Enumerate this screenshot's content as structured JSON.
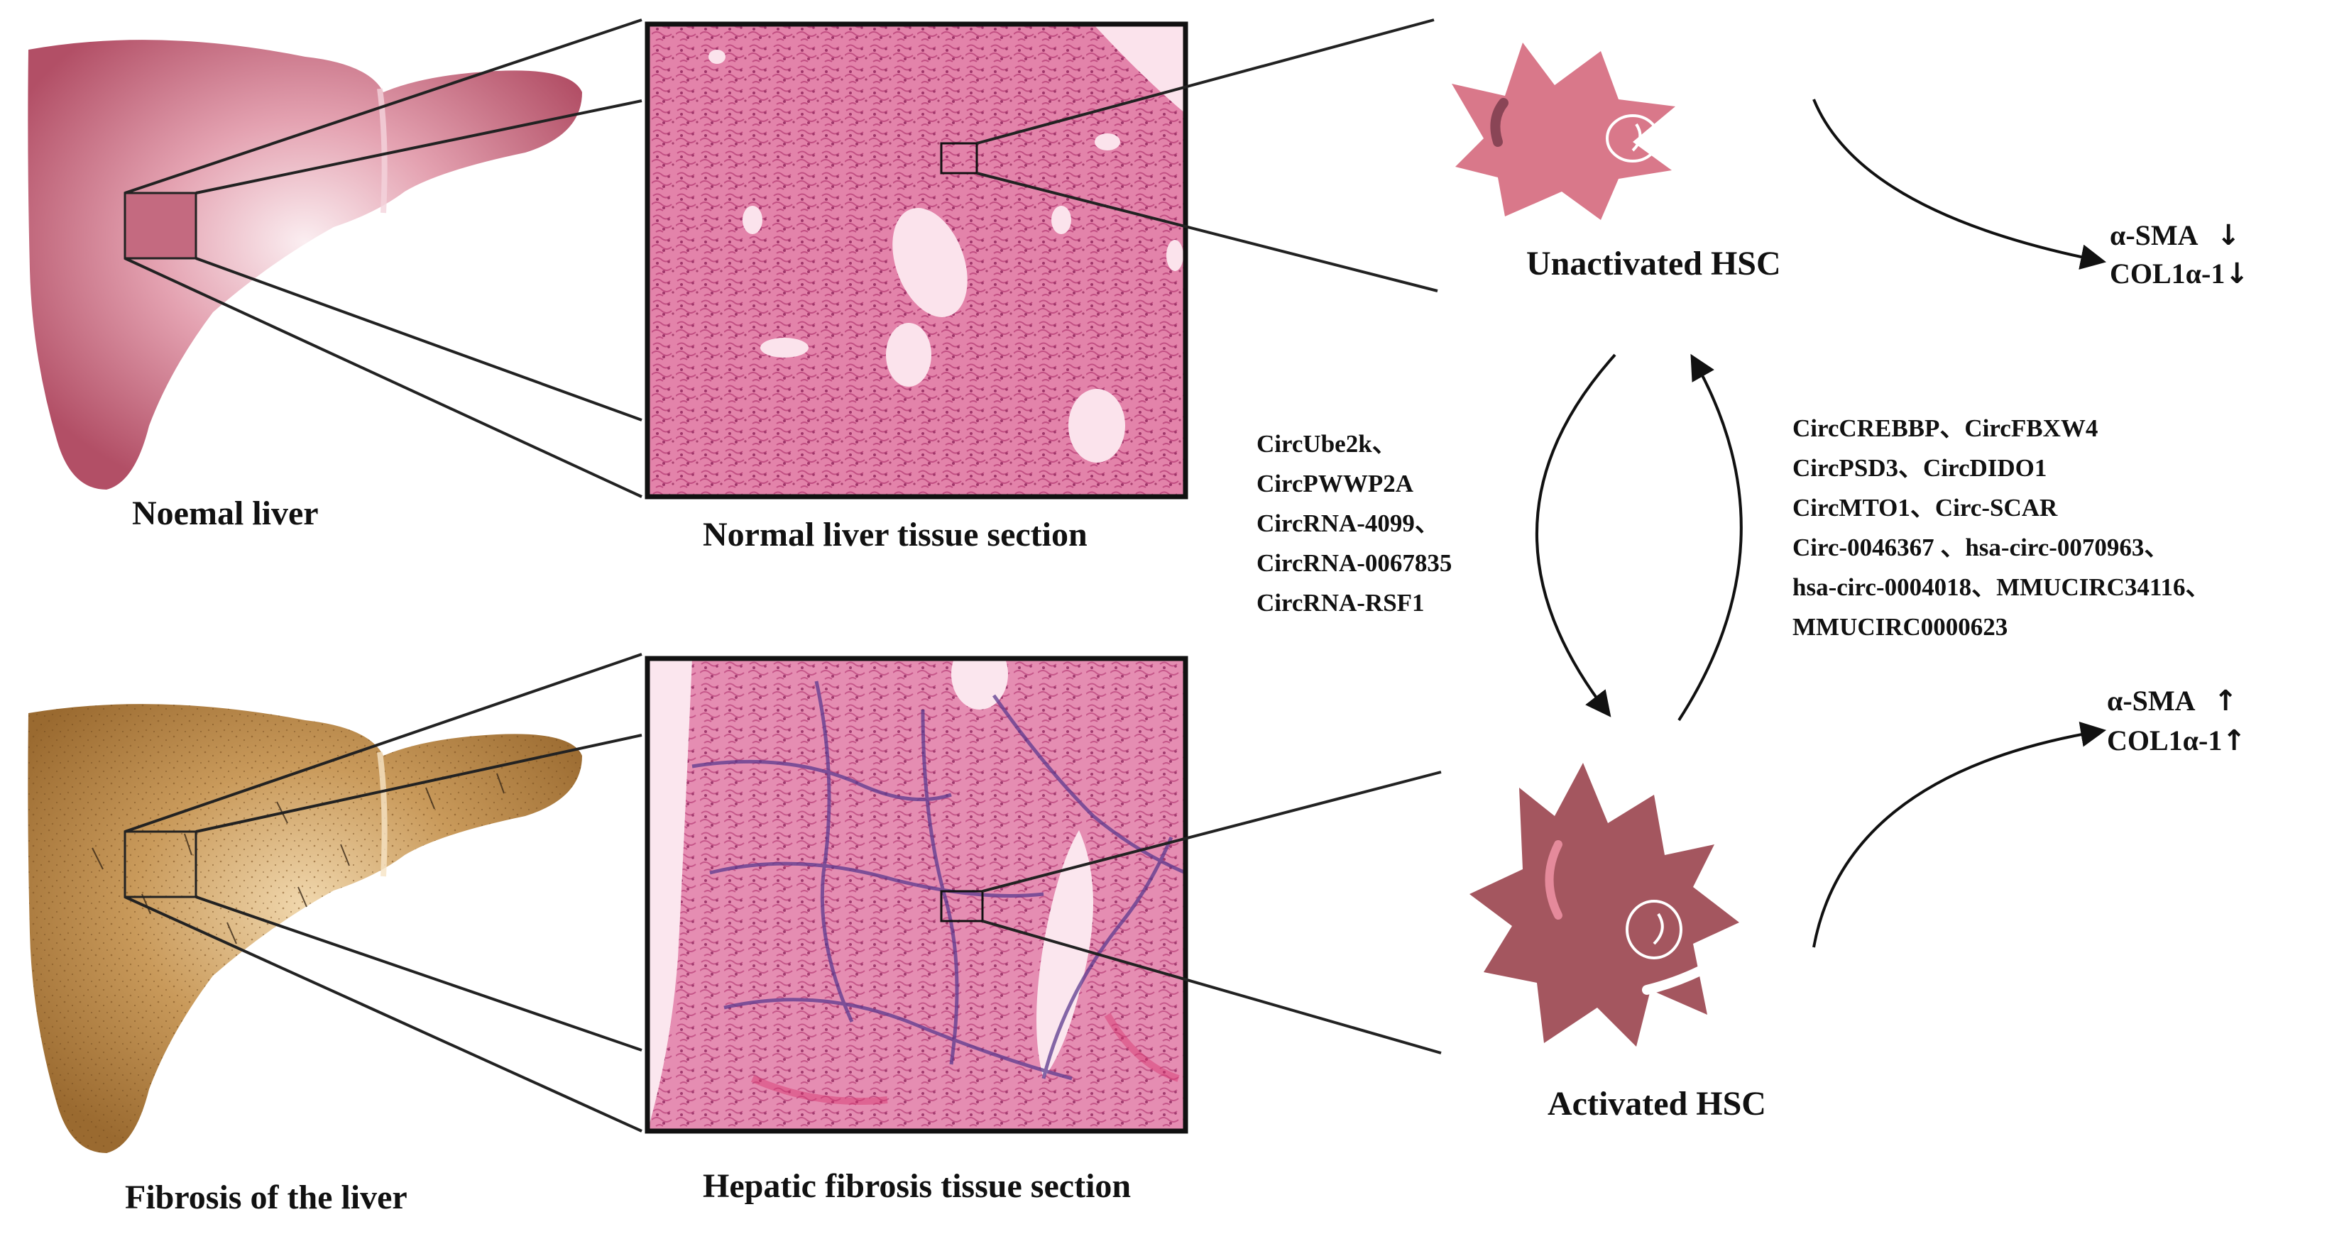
{
  "labels": {
    "normal_liver": "Noemal liver",
    "normal_section": "Normal liver tissue section",
    "fibrosis_liver": "Fibrosis of the liver",
    "fibrosis_section": "Hepatic fibrosis tissue section",
    "unactivated_hsc": "Unactivated HSC",
    "activated_hsc": "Activated HSC"
  },
  "markers_down": {
    "sma": "α-SMA",
    "col": "COL1α-1",
    "arrow": "↓"
  },
  "markers_up": {
    "sma": "α-SMA",
    "col": "COL1α-1",
    "arrow": "↑"
  },
  "circ_inhibit_activation": [
    "CircUbe2k、",
    "CircPWWP2A",
    "CircRNA-4099、",
    "CircRNA-0067835",
    "CircRNA-RSF1"
  ],
  "circ_promote_activation": [
    "CircCREBBP、CircFBXW4",
    "CircPSD3、CircDIDO1",
    "CircMTO1、Circ-SCAR",
    "Circ-0046367 、hsa-circ-0070963、",
    "hsa-circ-0004018、MMUCIRC34116、",
    "MMUCIRC0000623"
  ],
  "colors": {
    "normal_liver": "#c4677d",
    "fibrotic_liver": "#b98a4c",
    "he_tissue": "#d95f8e",
    "unactivated_cell": "#d97a8a",
    "activated_cell": "#a4565f"
  }
}
